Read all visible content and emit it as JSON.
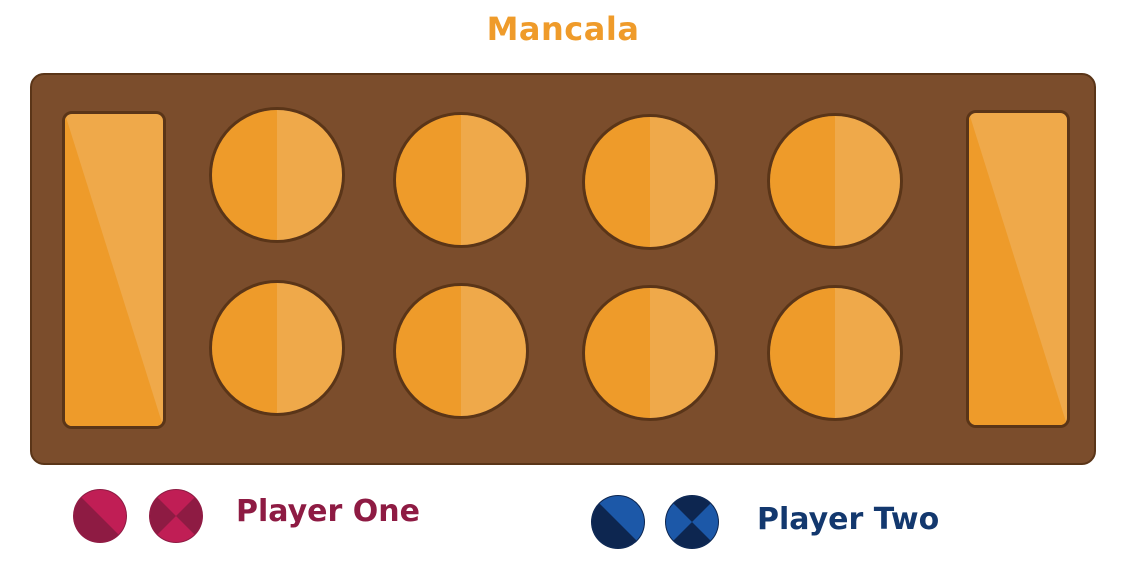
{
  "title": "Mancala",
  "colors": {
    "title": "#ef9b2a",
    "board": "#7b4d2c",
    "board_border": "#5a3518",
    "piece_dark": "#ee9b2a",
    "piece_light": "#efa94a",
    "player_one": "#8e1b43",
    "player_one_light": "#c01e55",
    "player_two": "#13386e",
    "player_two_light": "#1c58a8",
    "player_two_dark": "#0d2650"
  },
  "players": {
    "one": {
      "label": "Player One",
      "token_icons": [
        "red-diagonal-token-icon",
        "red-cross-token-icon"
      ]
    },
    "two": {
      "label": "Player Two",
      "token_icons": [
        "blue-diagonal-token-icon",
        "blue-cross-token-icon"
      ]
    }
  }
}
